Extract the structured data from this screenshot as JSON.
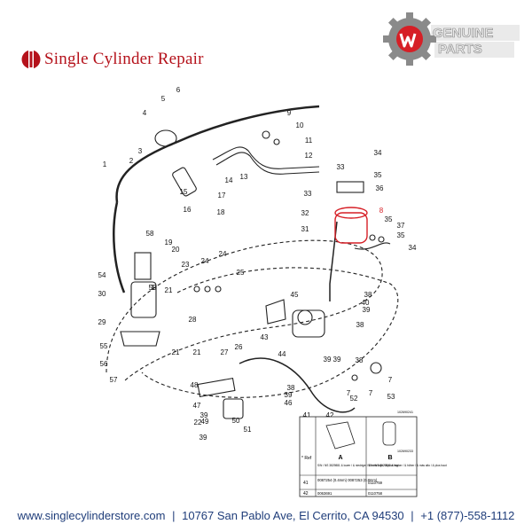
{
  "header": {
    "brand_name": "Single Cylinder Repair",
    "badge_line1": "GENUINE",
    "badge_line2": "PARTS"
  },
  "diagram": {
    "part_numbers": [
      {
        "label": "1"
      },
      {
        "label": "2"
      },
      {
        "label": "3"
      },
      {
        "label": "4"
      },
      {
        "label": "5"
      },
      {
        "label": "6"
      },
      {
        "label": "7"
      },
      {
        "label": "7"
      },
      {
        "label": "7"
      },
      {
        "label": "8"
      },
      {
        "label": "9"
      },
      {
        "label": "10"
      },
      {
        "label": "11"
      },
      {
        "label": "12"
      },
      {
        "label": "13"
      },
      {
        "label": "14"
      },
      {
        "label": "15"
      },
      {
        "label": "16"
      },
      {
        "label": "17"
      },
      {
        "label": "18"
      },
      {
        "label": "19"
      },
      {
        "label": "20"
      },
      {
        "label": "21"
      },
      {
        "label": "21"
      },
      {
        "label": "21"
      },
      {
        "label": "22"
      },
      {
        "label": "23"
      },
      {
        "label": "24"
      },
      {
        "label": "24"
      },
      {
        "label": "25"
      },
      {
        "label": "26"
      },
      {
        "label": "27"
      },
      {
        "label": "28"
      },
      {
        "label": "29"
      },
      {
        "label": "30"
      },
      {
        "label": "31"
      },
      {
        "label": "32"
      },
      {
        "label": "33"
      },
      {
        "label": "33"
      },
      {
        "label": "34"
      },
      {
        "label": "34"
      },
      {
        "label": "35"
      },
      {
        "label": "35"
      },
      {
        "label": "35"
      },
      {
        "label": "36"
      },
      {
        "label": "37"
      },
      {
        "label": "38"
      },
      {
        "label": "38"
      },
      {
        "label": "38"
      },
      {
        "label": "38"
      },
      {
        "label": "39"
      },
      {
        "label": "39"
      },
      {
        "label": "39"
      },
      {
        "label": "39"
      },
      {
        "label": "39"
      },
      {
        "label": "39"
      },
      {
        "label": "40"
      },
      {
        "label": "41"
      },
      {
        "label": "42"
      },
      {
        "label": "43"
      },
      {
        "label": "44"
      },
      {
        "label": "45"
      },
      {
        "label": "46"
      },
      {
        "label": "47"
      },
      {
        "label": "48"
      },
      {
        "label": "49"
      },
      {
        "label": "50"
      },
      {
        "label": "51"
      },
      {
        "label": "52"
      },
      {
        "label": "53"
      },
      {
        "label": "54"
      },
      {
        "label": "55"
      },
      {
        "label": "56"
      },
      {
        "label": "57"
      },
      {
        "label": "58"
      },
      {
        "label": "59"
      },
      {
        "label": "1"
      }
    ],
    "highlight_label": "8",
    "figure_code_top": "102690241",
    "figure_code_inset": "102690233"
  },
  "inset_table": {
    "col_ref": "* Ref",
    "col_a": "A",
    "col_b": "B",
    "col_a_desc": "S/N / NS 3829881 & lower / & niedriger / & más bajo / & plus bas",
    "col_b_desc": "S/N / NS 3829882 & higher / & höher / & más alto / & plus haut",
    "rows": [
      {
        "ref": "41",
        "a": "0087254 (0.4mm)\n0087253 (0.8mm)",
        "b": "0110759"
      },
      {
        "ref": "42",
        "a": "0063691",
        "b": "0110758"
      }
    ]
  },
  "footer": {
    "website": "www.singlecylinderstore.com",
    "sep1": "|",
    "address": "10767 San Pablo Ave, El Cerrito, CA 94530",
    "sep2": "|",
    "phone": "+1 (877)-558-1112"
  },
  "colors": {
    "brand_red": "#b5121b",
    "footer_blue": "#1f3d7a",
    "highlight_red": "#d61f26",
    "badge_gray": "#8a8a8a"
  }
}
